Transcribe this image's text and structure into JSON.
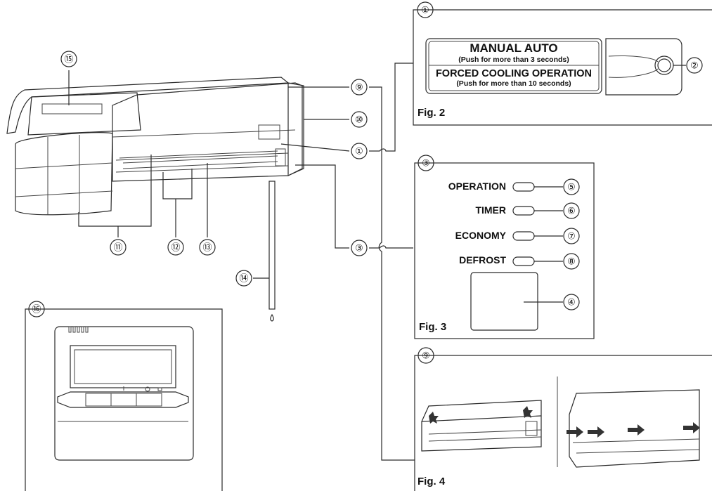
{
  "callouts": {
    "c1": "①",
    "c2": "②",
    "c3": "③",
    "c4": "④",
    "c5": "⑤",
    "c6": "⑥",
    "c7": "⑦",
    "c8": "⑧",
    "c9": "⑨",
    "c10": "⑩",
    "c11": "⑪",
    "c12": "⑫",
    "c13": "⑬",
    "c14": "⑭",
    "c15": "⑮",
    "c16": "⑯"
  },
  "fig2": {
    "caption": "Fig. 2",
    "plate_line1": "MANUAL AUTO",
    "plate_line2": "(Push for more than 3 seconds)",
    "plate_line3": "FORCED COOLING OPERATION",
    "plate_line4": "(Push for more than 10 seconds)"
  },
  "fig3": {
    "caption": "Fig. 3",
    "indicators": [
      "OPERATION",
      "TIMER",
      "ECONOMY",
      "DEFROST"
    ]
  },
  "fig4": {
    "caption": "Fig. 4"
  },
  "colors": {
    "line": "#2a2a2a",
    "fill": "#ffffff",
    "shade": "#e6e6e6"
  }
}
